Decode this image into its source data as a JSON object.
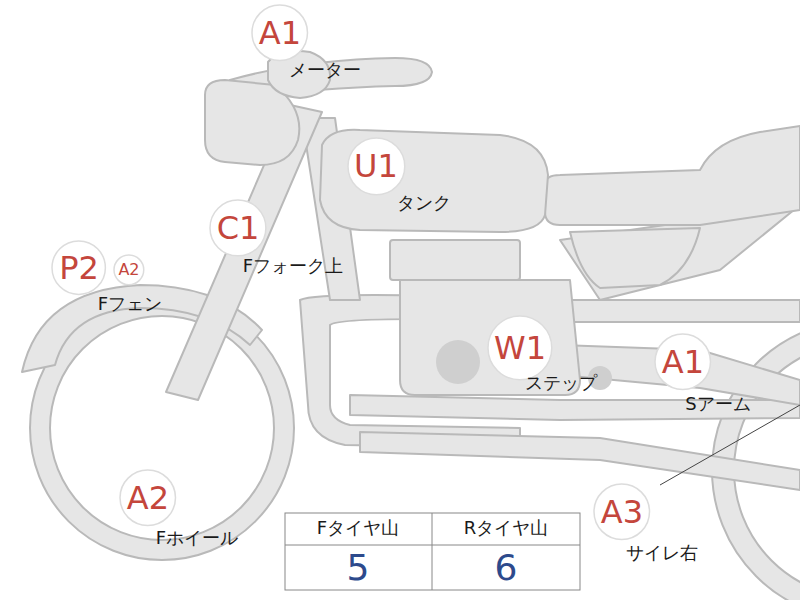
{
  "diagram": {
    "nodes": [
      {
        "text": [
          "A1"
        ]
      },
      {
        "text": [
          "U1"
        ]
      },
      {
        "text": [
          "C1"
        ]
      },
      {
        "text": [
          "P2"
        ]
      },
      {
        "text": [
          "A2"
        ]
      },
      {
        "text": [
          "W1"
        ]
      },
      {
        "text": [
          "A1"
        ]
      },
      {
        "text": [
          "A3"
        ]
      },
      {
        "text": [
          "A2"
        ]
      }
    ],
    "labels": [
      "メーター",
      "タンク",
      "Fフォーク上",
      "Fフェン",
      "ステップ",
      "Sアーム",
      "サイレ右",
      "Fホイール",
      "Fタイヤ山",
      "Rタイヤ山",
      "5",
      "6"
    ]
  }
}
